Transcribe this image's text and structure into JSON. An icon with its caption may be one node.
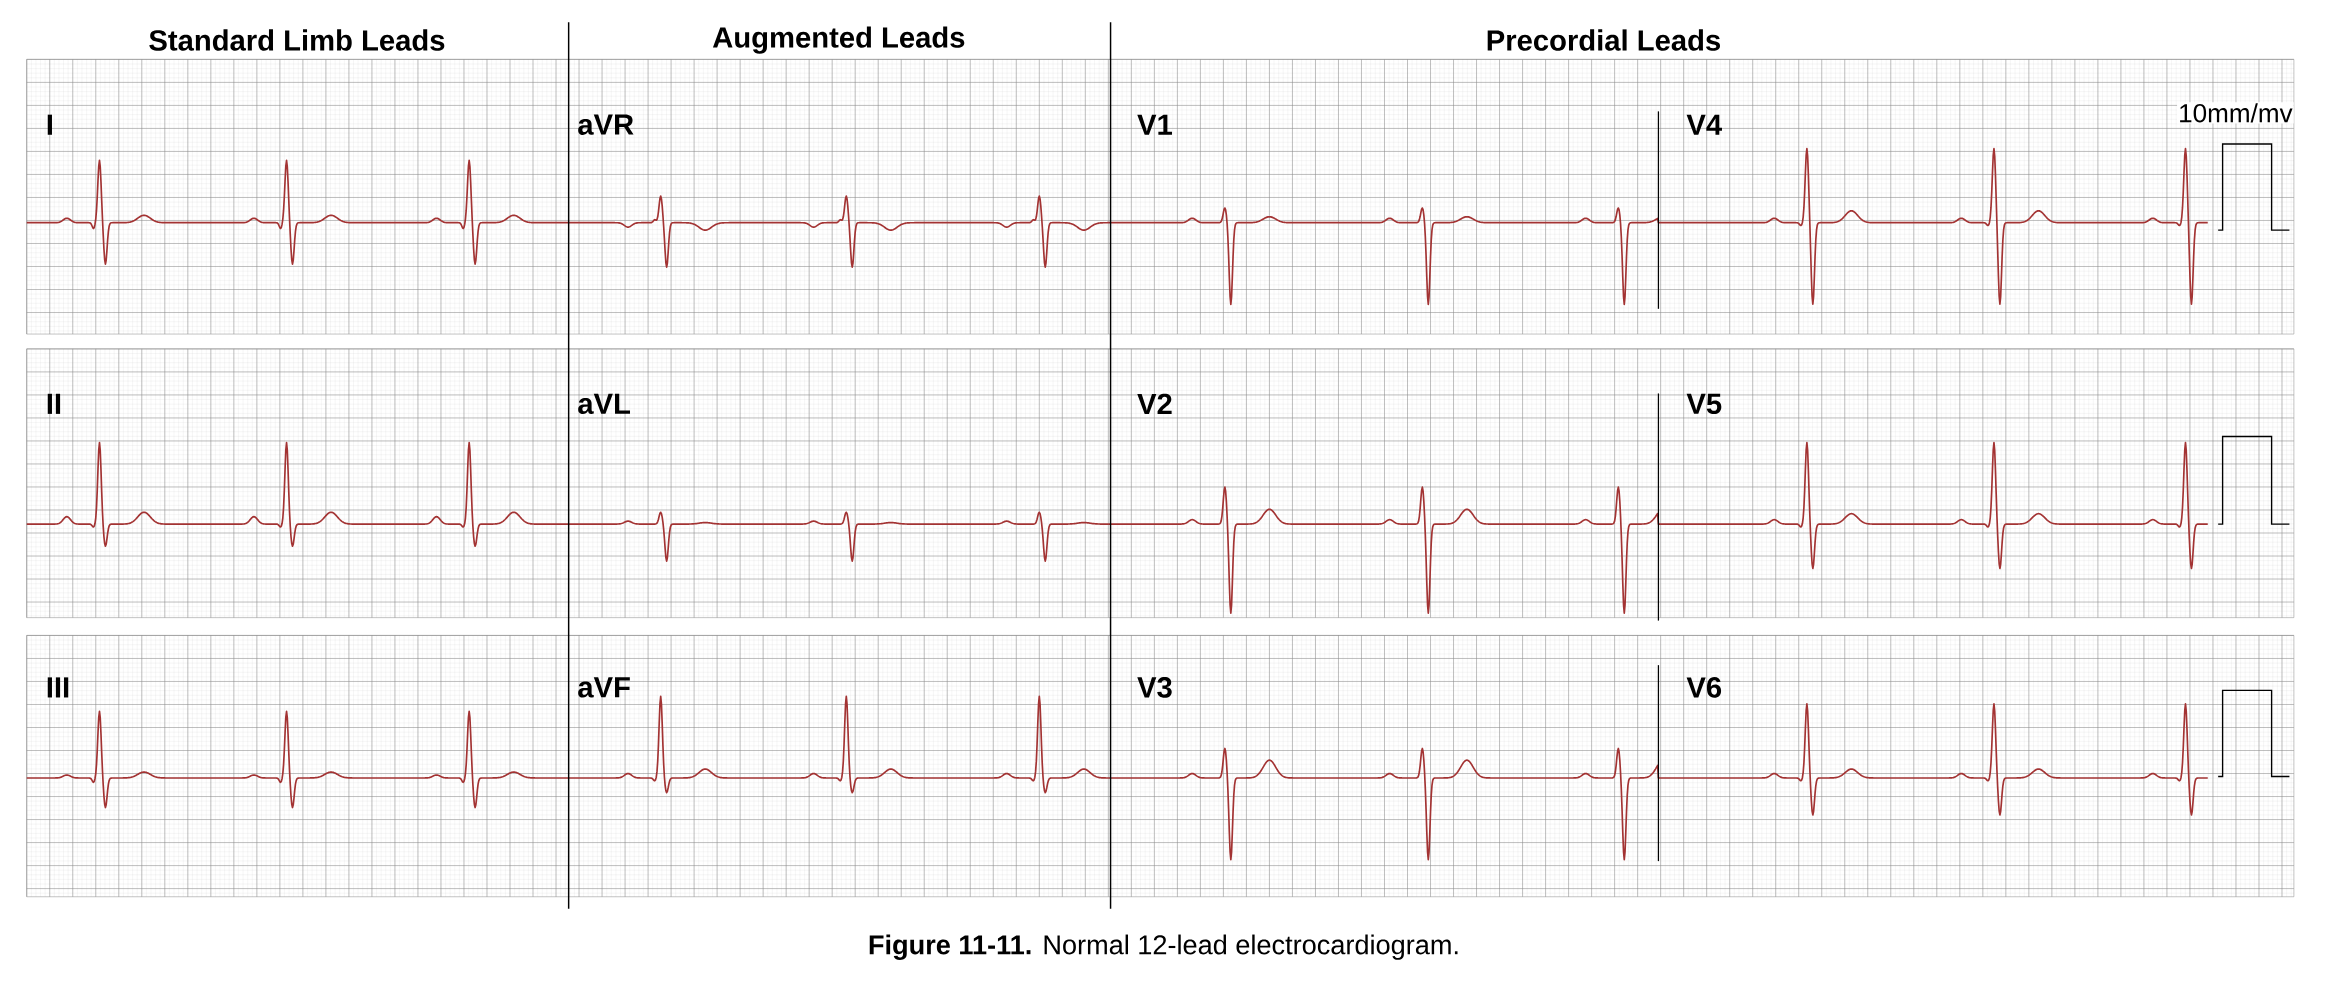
{
  "diagram": {
    "caption": "**Figure 11-11.** Normal 12-lead electrocardiogram.",
    "labels": [
      "Standard Limb Leads",
      "Augmented Leads",
      "Precordial Leads",
      "I",
      "aVR",
      "V1",
      "V4",
      "10mm/mv",
      "II",
      "aVL",
      "V2",
      "V5",
      "III",
      "aVF",
      "V3",
      "V6"
    ]
  }
}
